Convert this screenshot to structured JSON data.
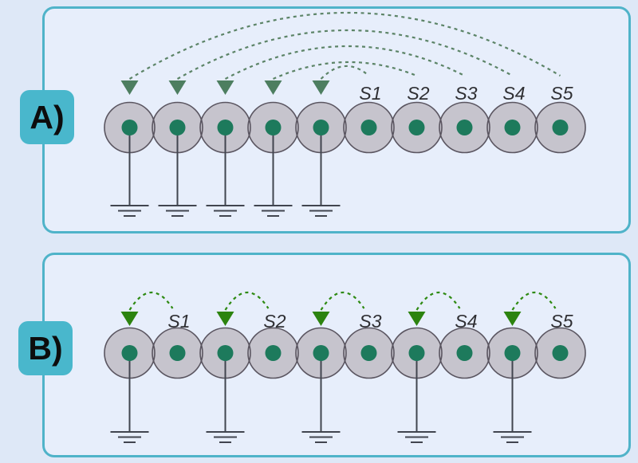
{
  "figure": {
    "description": "Two electrode-array stimulation configurations",
    "colors": {
      "background": "#dee8f7",
      "panel_fill": "#e7eefb",
      "panel_border": "#4fb3c9",
      "badge_fill": "#49b7cc",
      "badge_text": "#0d0d0d",
      "electrode_fill": "#c6c4cd",
      "electrode_stroke": "#5a5560",
      "contact_dot": "#1d7a5c",
      "ground_line": "#41454f",
      "label_text": "#2f2f33"
    },
    "panels": [
      {
        "id": "A",
        "badge_label": "A)",
        "arc_color": "#5c8467",
        "arrowhead_color": "#4d7e60",
        "electrodes": [
          {
            "label": "",
            "grounded": true
          },
          {
            "label": "",
            "grounded": true
          },
          {
            "label": "",
            "grounded": true
          },
          {
            "label": "",
            "grounded": true
          },
          {
            "label": "",
            "grounded": true
          },
          {
            "label": "S1",
            "grounded": false
          },
          {
            "label": "S2",
            "grounded": false
          },
          {
            "label": "S3",
            "grounded": false
          },
          {
            "label": "S4",
            "grounded": false
          },
          {
            "label": "S5",
            "grounded": false
          }
        ],
        "connections": [
          {
            "from": 5,
            "to": 4
          },
          {
            "from": 6,
            "to": 3
          },
          {
            "from": 7,
            "to": 2
          },
          {
            "from": 8,
            "to": 1
          },
          {
            "from": 9,
            "to": 0
          }
        ]
      },
      {
        "id": "B",
        "badge_label": "B)",
        "arc_color": "#2e8a12",
        "arrowhead_color": "#2c830f",
        "electrodes": [
          {
            "label": "",
            "grounded": true
          },
          {
            "label": "S1",
            "grounded": false
          },
          {
            "label": "",
            "grounded": true
          },
          {
            "label": "S2",
            "grounded": false
          },
          {
            "label": "",
            "grounded": true
          },
          {
            "label": "S3",
            "grounded": false
          },
          {
            "label": "",
            "grounded": true
          },
          {
            "label": "S4",
            "grounded": false
          },
          {
            "label": "",
            "grounded": true
          },
          {
            "label": "S5",
            "grounded": false
          }
        ],
        "connections": [
          {
            "from": 1,
            "to": 0
          },
          {
            "from": 3,
            "to": 2
          },
          {
            "from": 5,
            "to": 4
          },
          {
            "from": 7,
            "to": 6
          },
          {
            "from": 9,
            "to": 8
          }
        ]
      }
    ]
  }
}
